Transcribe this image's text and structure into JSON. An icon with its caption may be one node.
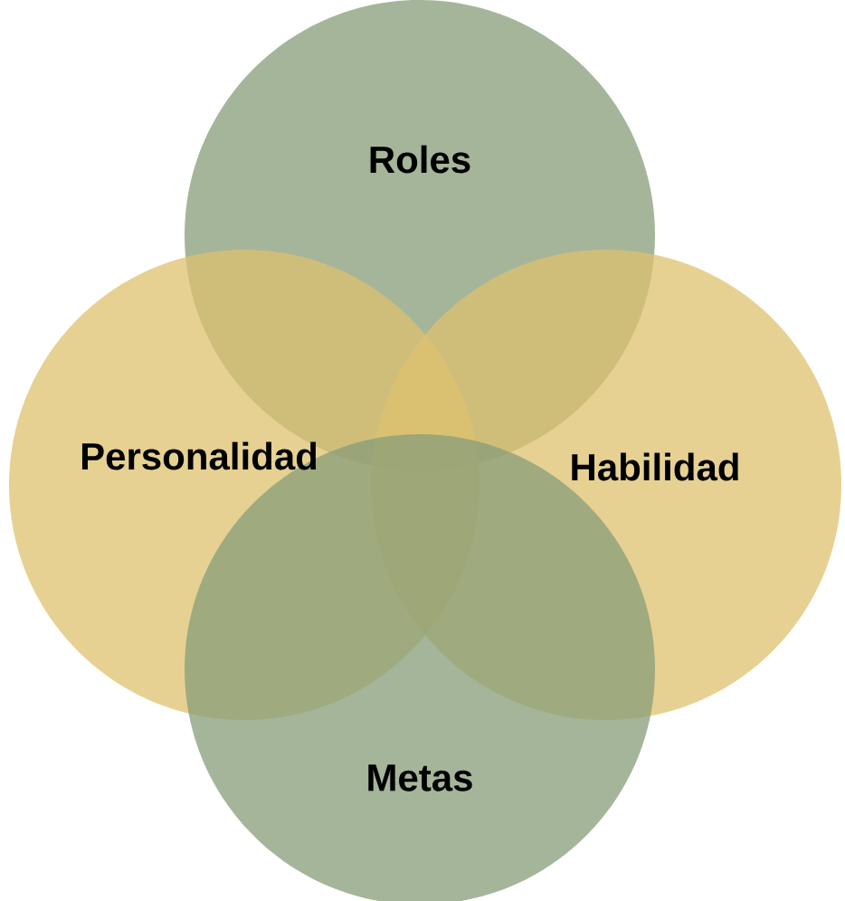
{
  "diagram": {
    "nodes": [
      {
        "text": [
          "Roles"
        ]
      },
      {
        "text": [
          "Personalidad"
        ]
      },
      {
        "text": [
          "Habilidad"
        ]
      },
      {
        "text": [
          "Metas"
        ]
      }
    ]
  }
}
